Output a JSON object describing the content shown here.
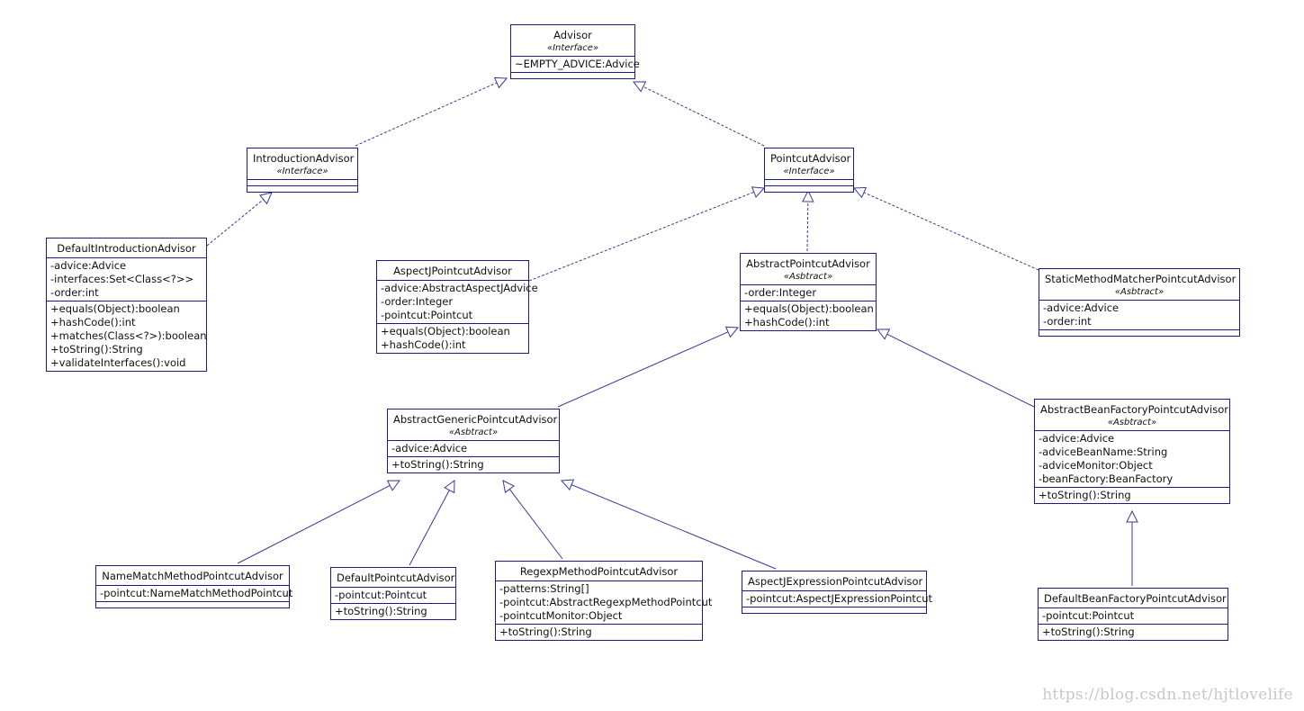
{
  "classes": [
    {
      "id": "advisor",
      "name": "Advisor",
      "stereotype": "«Interface»",
      "attributes": [
        "~EMPTY_ADVICE:Advice"
      ],
      "methods": []
    },
    {
      "id": "introduction-advisor",
      "name": "IntroductionAdvisor",
      "stereotype": "«Interface»",
      "attributes": [],
      "methods": []
    },
    {
      "id": "pointcut-advisor",
      "name": "PointcutAdvisor",
      "stereotype": "«Interface»",
      "attributes": [],
      "methods": []
    },
    {
      "id": "default-introduction-advisor",
      "name": "DefaultIntroductionAdvisor",
      "stereotype": "",
      "attributes": [
        "-advice:Advice",
        "-interfaces:Set<Class<?>>",
        "-order:int"
      ],
      "methods": [
        "+equals(Object):boolean",
        "+hashCode():int",
        "+matches(Class<?>):boolean",
        "+toString():String",
        "+validateInterfaces():void"
      ]
    },
    {
      "id": "aspectj-pointcut-advisor",
      "name": "AspectJPointcutAdvisor",
      "stereotype": "",
      "attributes": [
        "-advice:AbstractAspectJAdvice",
        "-order:Integer",
        "-pointcut:Pointcut"
      ],
      "methods": [
        "+equals(Object):boolean",
        "+hashCode():int"
      ]
    },
    {
      "id": "abstract-pointcut-advisor",
      "name": "AbstractPointcutAdvisor",
      "stereotype": "«Asbtract»",
      "attributes": [
        "-order:Integer"
      ],
      "methods": [
        "+equals(Object):boolean",
        "+hashCode():int"
      ]
    },
    {
      "id": "static-method-matcher-pointcut-advisor",
      "name": "StaticMethodMatcherPointcutAdvisor",
      "stereotype": "«Asbtract»",
      "attributes": [
        "-advice:Advice",
        "-order:int"
      ],
      "methods": []
    },
    {
      "id": "abstract-generic-pointcut-advisor",
      "name": "AbstractGenericPointcutAdvisor",
      "stereotype": "«Asbtract»",
      "attributes": [
        "-advice:Advice"
      ],
      "methods": [
        "+toString():String"
      ]
    },
    {
      "id": "abstract-bean-factory-pointcut-advisor",
      "name": "AbstractBeanFactoryPointcutAdvisor",
      "stereotype": "«Asbtract»",
      "attributes": [
        "-advice:Advice",
        "-adviceBeanName:String",
        "-adviceMonitor:Object",
        "-beanFactory:BeanFactory"
      ],
      "methods": [
        "+toString():String"
      ]
    },
    {
      "id": "name-match-method-pointcut-advisor",
      "name": "NameMatchMethodPointcutAdvisor",
      "stereotype": "",
      "attributes": [
        "-pointcut:NameMatchMethodPointcut"
      ],
      "methods": []
    },
    {
      "id": "default-pointcut-advisor",
      "name": "DefaultPointcutAdvisor",
      "stereotype": "",
      "attributes": [
        "-pointcut:Pointcut"
      ],
      "methods": [
        "+toString():String"
      ]
    },
    {
      "id": "regexp-method-pointcut-advisor",
      "name": "RegexpMethodPointcutAdvisor",
      "stereotype": "",
      "attributes": [
        "-patterns:String[]",
        "-pointcut:AbstractRegexpMethodPointcut",
        "-pointcutMonitor:Object"
      ],
      "methods": [
        "+toString():String"
      ]
    },
    {
      "id": "aspectj-expression-pointcut-advisor",
      "name": "AspectJExpressionPointcutAdvisor",
      "stereotype": "",
      "attributes": [
        "-pointcut:AspectJExpressionPointcut"
      ],
      "methods": []
    },
    {
      "id": "default-bean-factory-pointcut-advisor",
      "name": "DefaultBeanFactoryPointcutAdvisor",
      "stereotype": "",
      "attributes": [
        "-pointcut:Pointcut"
      ],
      "methods": [
        "+toString():String"
      ]
    }
  ],
  "relations": [
    {
      "from": "introduction-advisor",
      "to": "advisor",
      "kind": "realization"
    },
    {
      "from": "pointcut-advisor",
      "to": "advisor",
      "kind": "realization"
    },
    {
      "from": "default-introduction-advisor",
      "to": "introduction-advisor",
      "kind": "realization"
    },
    {
      "from": "aspectj-pointcut-advisor",
      "to": "pointcut-advisor",
      "kind": "realization"
    },
    {
      "from": "abstract-pointcut-advisor",
      "to": "pointcut-advisor",
      "kind": "realization"
    },
    {
      "from": "static-method-matcher-pointcut-advisor",
      "to": "pointcut-advisor",
      "kind": "realization"
    },
    {
      "from": "abstract-generic-pointcut-advisor",
      "to": "abstract-pointcut-advisor",
      "kind": "generalization"
    },
    {
      "from": "abstract-bean-factory-pointcut-advisor",
      "to": "abstract-pointcut-advisor",
      "kind": "generalization"
    },
    {
      "from": "name-match-method-pointcut-advisor",
      "to": "abstract-generic-pointcut-advisor",
      "kind": "generalization"
    },
    {
      "from": "default-pointcut-advisor",
      "to": "abstract-generic-pointcut-advisor",
      "kind": "generalization"
    },
    {
      "from": "regexp-method-pointcut-advisor",
      "to": "abstract-generic-pointcut-advisor",
      "kind": "generalization"
    },
    {
      "from": "aspectj-expression-pointcut-advisor",
      "to": "abstract-generic-pointcut-advisor",
      "kind": "generalization"
    },
    {
      "from": "default-bean-factory-pointcut-advisor",
      "to": "abstract-bean-factory-pointcut-advisor",
      "kind": "generalization"
    }
  ],
  "colors": {
    "line": "#3a3a9a",
    "border": "#1a1a80",
    "watermark": "#c8c8c8"
  },
  "watermark": "https://blog.csdn.net/hjtlovelife"
}
